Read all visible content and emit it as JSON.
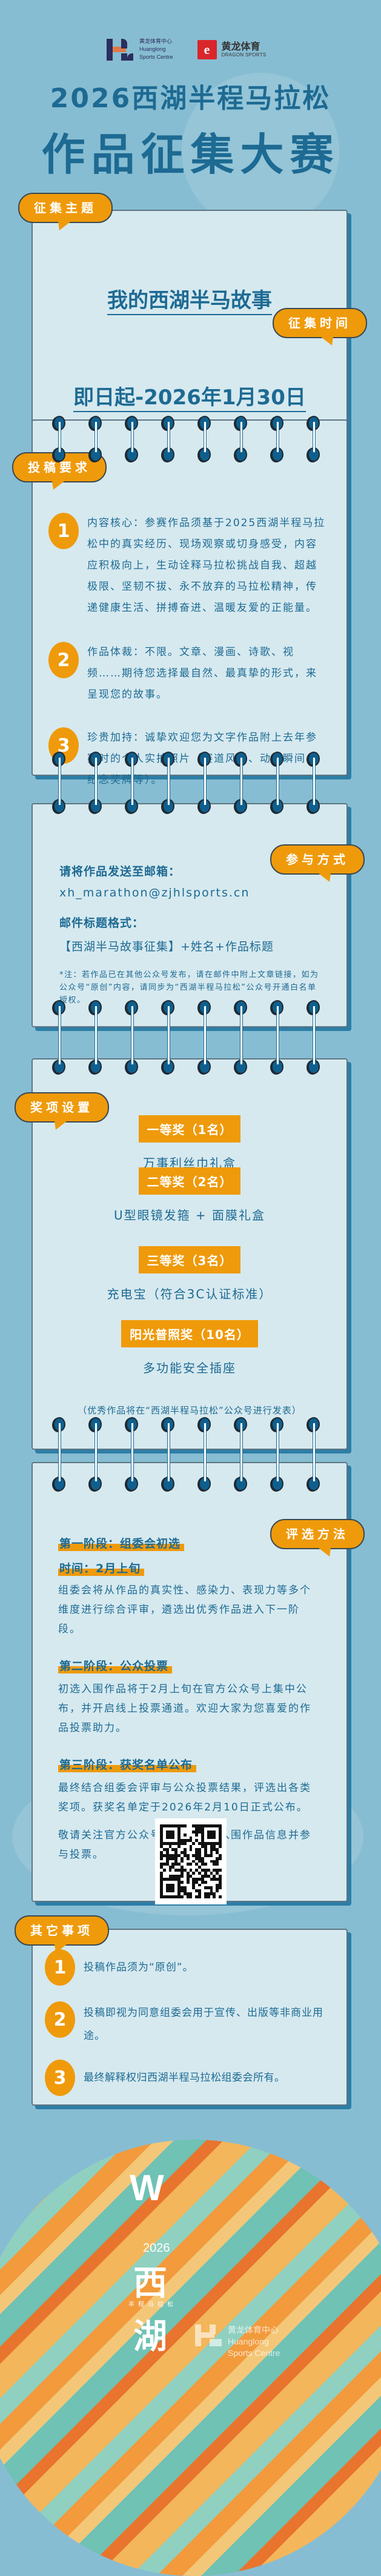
{
  "colors": {
    "background": "#87bdd2",
    "card": "#d6e9ef",
    "card_shadow": "#2d7ea6",
    "primary_text": "#1d6a93",
    "accent_orange": "#ef9a0a",
    "ring": "#0f5f8e"
  },
  "header": {
    "logo1": {
      "icon": "huanglong-sports-centre-logo",
      "cn": "黄龙体育中心",
      "en1": "Huanglong",
      "en2": "Sports Centre"
    },
    "logo2": {
      "icon": "dragon-sports-logo",
      "mark": "e",
      "cn": "黄龙体育",
      "en": "DRAGON SPORTS"
    },
    "title_line1": "2026西湖半程马拉松",
    "title_line2": "作品征集大赛"
  },
  "theme_card": {
    "theme_label": "征集主题",
    "theme": "我的西湖半马故事",
    "time_label": "征集时间",
    "time": "即日起-2026年1月30日"
  },
  "requirements": {
    "label": "投稿要求",
    "items": [
      {
        "num": "1",
        "text": "内容核心：参赛作品须基于2025西湖半程马拉松中的真实经历、现场观察或切身感受，内容应积极向上，生动诠释马拉松挑战自我、超越极限、坚韧不拔、永不放弃的马拉松精神，传递健康生活、拼搏奋进、温暖友爱的正能量。"
      },
      {
        "num": "2",
        "text": "作品体裁：不限。文章、漫画、诗歌、视频……期待您选择最自然、最真挚的形式，来呈现您的故事。"
      },
      {
        "num": "3",
        "text": "珍贵加持：诚挚欢迎您为文字作品附上去年参赛时的个人实拍照片（赛道风采、动人瞬间、纪念奖牌等）。"
      }
    ]
  },
  "participation": {
    "label": "参与方式",
    "email_heading": "请将作品发送至邮箱：",
    "email": "xh_marathon@zjhlsports.cn",
    "subject_heading": "邮件标题格式：",
    "subject_format": "【西湖半马故事征集】+姓名+作品标题",
    "note": "*注：若作品已在其他公众号发布，请在邮件中附上文章链接，如为公众号“原创”内容，请同步为“西湖半程马拉松”公众号开通白名单授权。"
  },
  "prizes": {
    "label": "奖项设置",
    "items": [
      {
        "title": "一等奖（1名）",
        "reward": "万事利丝巾礼盒"
      },
      {
        "title": "二等奖（2名）",
        "reward": "U型眼镜发箍 + 面膜礼盒"
      },
      {
        "title": "三等奖（3名）",
        "reward": "充电宝（符合3C认证标准）"
      },
      {
        "title": "阳光普照奖（10名）",
        "reward": "多功能安全插座"
      }
    ],
    "footnote": "（优秀作品将在“西湖半程马拉松”公众号进行发表）"
  },
  "judging": {
    "label": "评选方法",
    "stage1_title": "第一阶段：组委会初选",
    "stage1_time": "时间：2月上旬",
    "stage1_text": "组委会将从作品的真实性、感染力、表现力等多个维度进行综合评审，遴选出优秀作品进入下一阶段。",
    "stage2_title": "第二阶段：公众投票",
    "stage2_text": "初选入围作品将于2月上旬在官方公众号上集中公布，并开启线上投票通道。欢迎大家为您喜爱的作品投票助力。",
    "stage3_title": "第三阶段：获奖名单公布",
    "stage3_text": "最终结合组委会评审与公众投票结果，评选出各类奖项。获奖名单定于2026年2月10日正式公布。",
    "follow_text": "敬请关注官方公众号，及时了解入围作品信息并参与投票。",
    "qr_icon": "wechat-qr-code"
  },
  "other": {
    "label": "其它事项",
    "items": [
      {
        "num": "1",
        "text": "投稿作品须为“原创”。"
      },
      {
        "num": "2",
        "text": "投稿即视为同意组委会用于宣传、出版等非商业用途。"
      },
      {
        "num": "3",
        "text": "最终解释权归西湖半程马拉松组委会所有。"
      }
    ]
  },
  "footer": {
    "event_logo_mark": "W",
    "event_year": "2026",
    "event_char1": "西",
    "event_sub": "半程马拉松",
    "event_char2": "湖",
    "organizer_cn": "黄龙体育中心",
    "organizer_en1": "Huanglong",
    "organizer_en2": "Sports Centre"
  }
}
